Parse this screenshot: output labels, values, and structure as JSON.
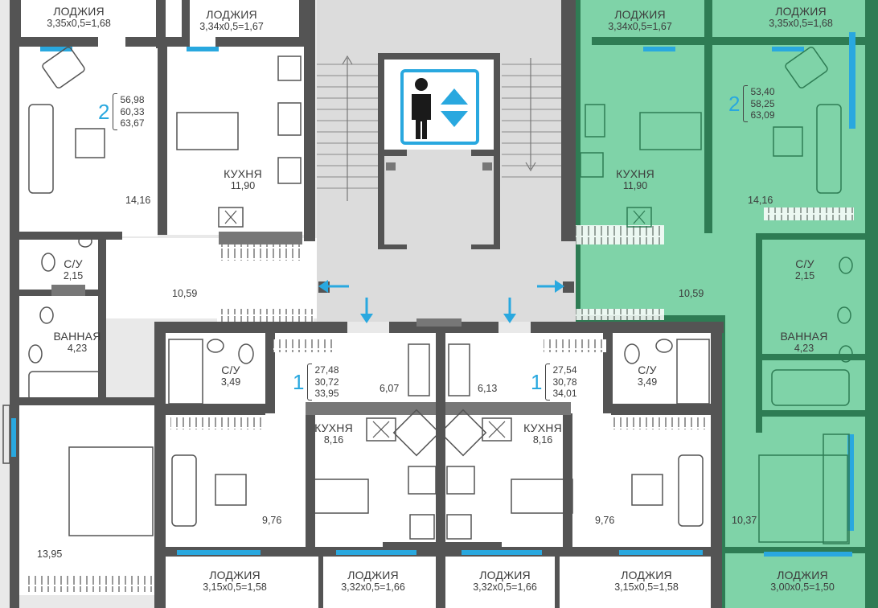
{
  "colors": {
    "background": "#e9e9e9",
    "room": "#ffffff",
    "wall": "#545454",
    "highlight": "#7fd3a8",
    "highlight_wall": "#2e7c54",
    "window": "#29a8df",
    "stair": "#dcdcdc",
    "text": "#3c3c3c",
    "accent": "#29a8df"
  },
  "icons": {
    "elevator": "elevator-person-up-down-icon",
    "arrow": "blue-arrow-icon",
    "stove": "stove-icon",
    "sink": "sink-icon",
    "toilet": "toilet-icon",
    "bathtub": "bathtub-icon",
    "bed": "bed-icon",
    "sofa": "sofa-icon",
    "armchair": "armchair-icon",
    "table": "table-icon"
  },
  "apartments": [
    {
      "rooms": "2",
      "areas": [
        "56,98",
        "60,33",
        "63,67"
      ]
    },
    {
      "rooms": "2",
      "areas": [
        "53,40",
        "58,25",
        "63,09"
      ]
    },
    {
      "rooms": "1",
      "areas": [
        "27,48",
        "30,72",
        "33,95"
      ]
    },
    {
      "rooms": "1",
      "areas": [
        "27,54",
        "30,78",
        "34,01"
      ]
    }
  ],
  "rooms": {
    "loggia_tl": {
      "name": "ЛОДЖИЯ",
      "size": "3,35х0,5=1,68"
    },
    "loggia_t2": {
      "name": "ЛОДЖИЯ",
      "size": "3,34х0,5=1,67"
    },
    "loggia_t3": {
      "name": "ЛОДЖИЯ",
      "size": "3,34х0,5=1,67"
    },
    "loggia_tr": {
      "name": "ЛОДЖИЯ",
      "size": "3,35х0,5=1,68"
    },
    "kitchen_l": {
      "name": "КУХНЯ",
      "area": "11,90"
    },
    "kitchen_r": {
      "name": "КУХНЯ",
      "area": "11,90"
    },
    "wc_l": {
      "name": "С/У",
      "area": "2,15"
    },
    "wc_r": {
      "name": "С/У",
      "area": "2,15"
    },
    "bath_l": {
      "name": "ВАННАЯ",
      "area": "4,23"
    },
    "bath_r": {
      "name": "ВАННАЯ",
      "area": "4,23"
    },
    "wc_cl": {
      "name": "С/У",
      "area": "3,49"
    },
    "wc_cr": {
      "name": "С/У",
      "area": "3,49"
    },
    "kitchen_cl": {
      "name": "КУХНЯ",
      "area": "8,16"
    },
    "kitchen_cr": {
      "name": "КУХНЯ",
      "area": "8,16"
    },
    "loggia_b1": {
      "name": "ЛОДЖИЯ",
      "size": "3,15х0,5=1,58"
    },
    "loggia_b2": {
      "name": "ЛОДЖИЯ",
      "size": "3,32х0,5=1,66"
    },
    "loggia_b3": {
      "name": "ЛОДЖИЯ",
      "size": "3,32х0,5=1,66"
    },
    "loggia_b4": {
      "name": "ЛОДЖИЯ",
      "size": "3,15х0,5=1,58"
    },
    "loggia_br": {
      "name": "ЛОДЖИЯ",
      "size": "3,00х0,5=1,50"
    }
  },
  "areas": {
    "living_l": "14,16",
    "living_r": "14,16",
    "hall_l": "10,59",
    "hall_r": "10,59",
    "hall_cl": "6,07",
    "hall_cr": "6,13",
    "living_cl": "9,76",
    "living_cr": "9,76",
    "bedroom_l": "13,95",
    "bedroom_r": "10,37"
  }
}
